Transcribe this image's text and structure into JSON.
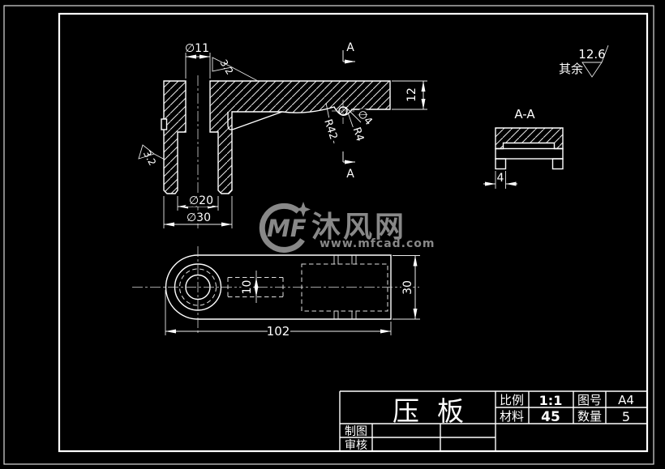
{
  "watermark": {
    "logo": "MF",
    "brand": "沐风网",
    "url": "www.mfcad.com",
    "color": "#979797"
  },
  "surface_note": {
    "value": "12.6",
    "rest": "其余"
  },
  "front_view": {
    "dims": {
      "d11": "∅11",
      "t12": "12",
      "d20": "∅20",
      "d30": "∅30",
      "r42": "R42",
      "r4": "R4",
      "d4": "∅4"
    },
    "roughness_top": "3.2",
    "roughness_left": "3.2",
    "section_letter": "A"
  },
  "section_view": {
    "label": "A-A",
    "dim4": "4"
  },
  "plan_view": {
    "length": "102",
    "width": "30",
    "slot": "10"
  },
  "title_block": {
    "part": "压板",
    "scale_label": "比例",
    "scale": "1:1",
    "drawing_no_label": "图号",
    "drawing_no": "A4",
    "material_label": "材料",
    "material": "45",
    "qty_label": "数量",
    "qty": "5",
    "drawn_label": "制图",
    "checked_label": "审核"
  },
  "colors": {
    "bg": "#000000",
    "line": "#ffffff",
    "watermark": "#979797"
  }
}
